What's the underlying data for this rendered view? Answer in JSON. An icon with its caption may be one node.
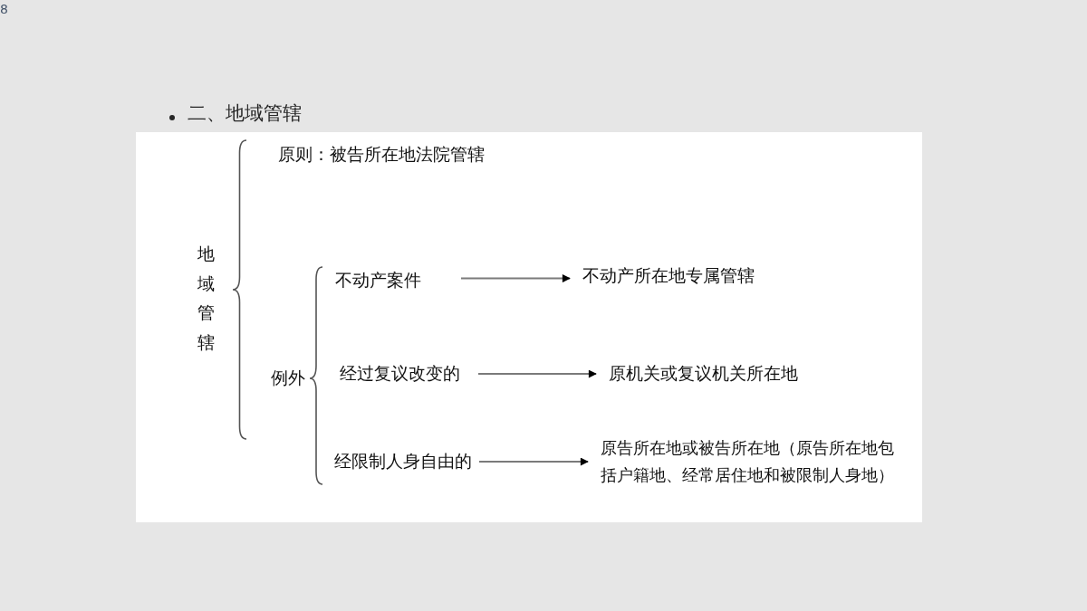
{
  "diagram": {
    "title": "二、地域管辖",
    "nodes": [
      {
        "text": [
          "地域管辖"
        ]
      },
      {
        "text": [
          "原则：被告所在地法院管辖"
        ]
      },
      {
        "text": [
          "例外"
        ]
      },
      {
        "text": [
          "不动产案件"
        ]
      },
      {
        "text": [
          "不动产所在地专属管辖"
        ]
      },
      {
        "text": [
          "经过复议改变的"
        ]
      },
      {
        "text": [
          "原机关或复议机关所在地"
        ]
      },
      {
        "text": [
          "经限制人身自由的"
        ]
      },
      {
        "text": [
          "原告所在地或被告所在地（原告所在地包括户籍地、经常居住地和被限制人身地）"
        ]
      }
    ],
    "edges": [
      {
        "from": 3,
        "to": 4,
        "arrow": "to"
      },
      {
        "from": 5,
        "to": 6,
        "arrow": "to"
      },
      {
        "from": 7,
        "to": 8,
        "arrow": "to"
      }
    ],
    "labels": [
      "8"
    ]
  }
}
